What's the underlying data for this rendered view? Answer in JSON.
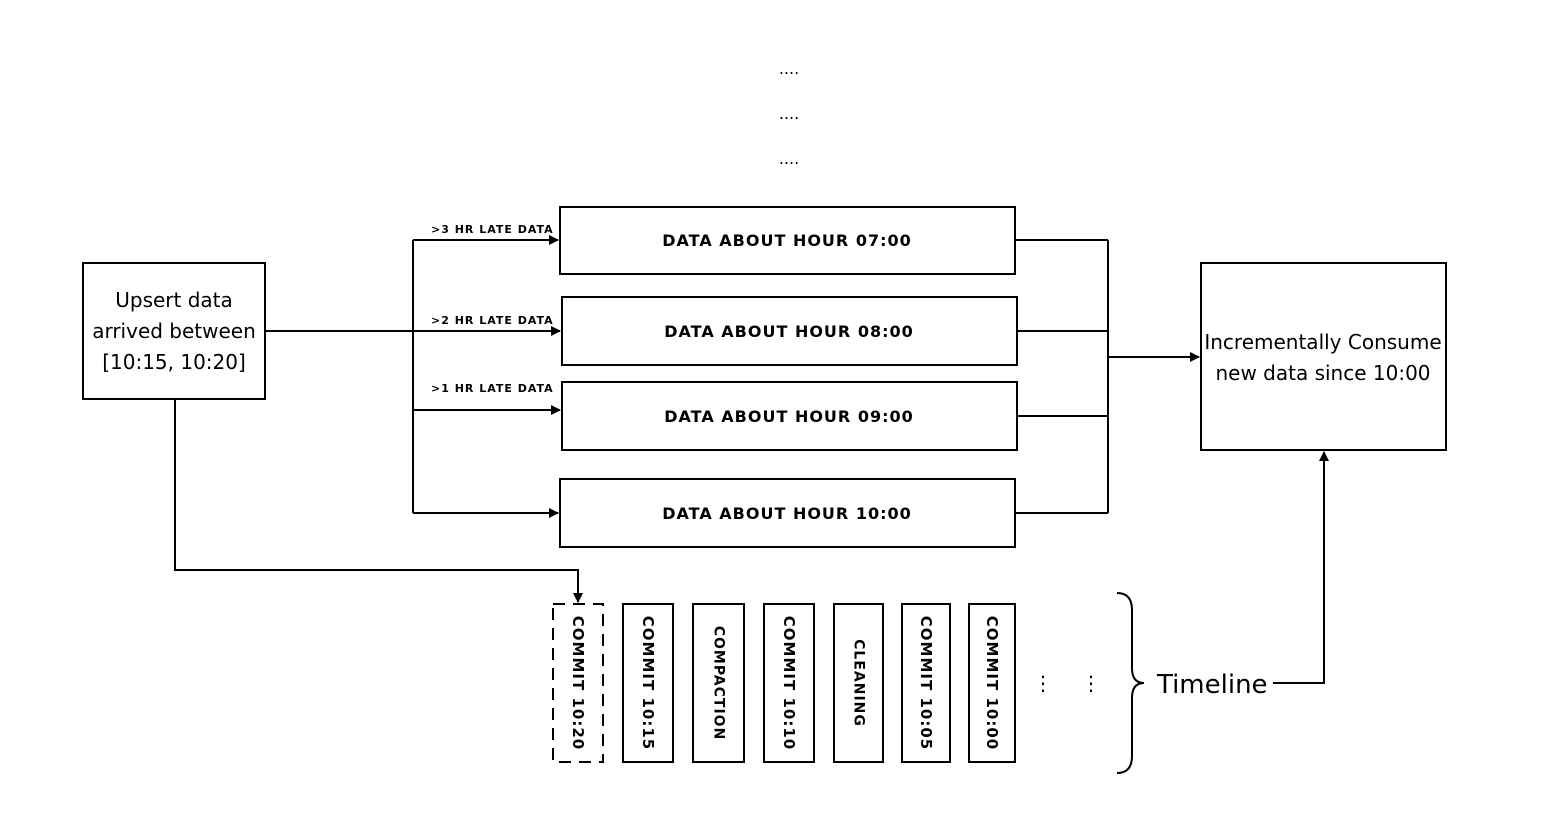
{
  "ellipsis": [
    "....",
    "....",
    "...."
  ],
  "source": {
    "lines": [
      "Upsert data",
      "arrived between",
      "[10:15, 10:20]"
    ]
  },
  "late_labels": {
    "three_hr": ">3 HR LATE DATA",
    "two_hr": ">2 HR LATE DATA",
    "one_hr": ">1 HR LATE DATA"
  },
  "partitions": [
    "DATA ABOUT HOUR 07:00",
    "DATA ABOUT HOUR 08:00",
    "DATA ABOUT HOUR 09:00",
    "DATA ABOUT HOUR 10:00"
  ],
  "consumer": {
    "lines": [
      "Incrementally Consume",
      "new data since 10:00"
    ]
  },
  "timeline": {
    "label": "Timeline",
    "items": [
      {
        "label": "COMMIT 10:20",
        "pending": true
      },
      {
        "label": "COMMIT 10:15",
        "pending": false
      },
      {
        "label": "COMPACTION",
        "pending": false
      },
      {
        "label": "COMMIT 10:10",
        "pending": false
      },
      {
        "label": "CLEANING",
        "pending": false
      },
      {
        "label": "COMMIT 10:05",
        "pending": false
      },
      {
        "label": "COMMIT 10:00",
        "pending": false
      }
    ],
    "more": [
      "⋮",
      "⋮"
    ]
  }
}
